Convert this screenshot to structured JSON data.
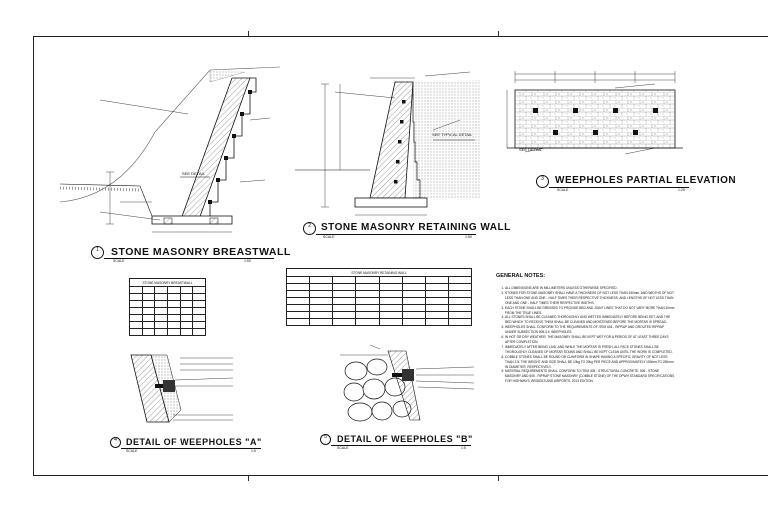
{
  "drawings": [
    {
      "number": "1",
      "title": "STONE MASONRY BREASTWALL",
      "scale_label": "SCALE",
      "scale": "1:50"
    },
    {
      "number": "2",
      "title": "STONE MASONRY RETAINING WALL",
      "scale_label": "SCALE",
      "scale": "1:50"
    },
    {
      "number": "3",
      "title": "WEEPHOLES PARTIAL ELEVATION",
      "scale_label": "SCALE",
      "scale": "1:25"
    },
    {
      "number": "4",
      "title": "DETAIL OF WEEPHOLES \"A\"",
      "scale_label": "SCALE",
      "scale": "1:5"
    },
    {
      "number": "5",
      "title": "DETAIL OF WEEPHOLES \"B\"",
      "scale_label": "SCALE",
      "scale": "1:5"
    }
  ],
  "callouts": {
    "breastwall_detail": "SEE DETAIL",
    "retaining_detail": "SEE TYPICAL DETAIL",
    "elevation_detail": "SEE DETAIL"
  },
  "tables": {
    "breastwall_title": "STONE MASONRY BREASTWALL",
    "retaining_title": "STONE MASONRY RETAINING WALL"
  },
  "notes": {
    "title": "GENERAL NOTES:",
    "items": [
      "ALL DIMENSIONS ARE IN MILLIMETERS UNLESS OTHERWISE SPECIFIED.",
      "STONES FOR STONE MASONRY SHALL HAVE A THICKNESS OF NOT LESS THAN 150mm, AND WIDTHS OF NOT LESS THAN ONE AND ONE - HALF TIMES THEIR RESPECTIVE THICKNESS, AND LENGTHS OF NOT LESS THAN ONE AND ONE - HALF TIMES THEIR RESPECTIVE WIDTHS.",
      "EACH STONE SHALL BE DRESSED TO PROVIDE BED AND JOINT LINES THAT DO NOT VARY MORE THAN 20mm FROM THE TRUE LINES.",
      "ALL STONES SHALL BE CLEANED THOROUGHLY AND WETTED IMMEDIATELY BEFORE BEING SET, AND THE BED WHICH TO RECEIVE THEM SHALL BE CLEANED AND MOISTENED BEFORE THE MORTAR IS SPREAD.",
      "WEEPHOLES SHALL CONFORM TO THE REQUIREMENTS OF ITEM 604 - RIPRAP AND GROUTED RIPRAP UNDER SUBSECTION 505.3.4: WEEPHOLES.",
      "IN HOT OR DRY WEATHER, THE MASONRY SHALL BE KEPT WET FOR A PERIOD OF AT LEAST THREE DAYS AFTER COMPLETION.",
      "IMMEDIATELY AFTER BEING LAID, AND WHILE THE MORTAR IS FRESH, ALL FACE STONES SHALL BE THOROUGHLY CLEANED OF MORTAR STAINS AND SHALL BE KEPT CLEAN UNTIL THE WORK IS COMPLETED.",
      "COBBLE STONES SHALL BE ROUND OR CUNIFORM IN SHAPE HAVING A SPECIFIC GRAVITY OF NOT LESS THAN 2.5. THE WEIGHT AND SIZE SHALL BE 10kg TO 30kg PER PIECE AND APPROXIMATELY 150mm TO 250mm IN DIAMETER, RESPECTIVELY.",
      "MATERIAL REQUIREMENTS SHALL CONFORM TO ITEM 405 - STRUCTURAL CONCRETE, 506 - STONE MASONRY AND 505 - RIPRAP STONE MASONRY (COBBLE STONE) OF THE DPWH STANDARD SPECIFICATIONS FOR HIGHWAYS, BRIDGES AND AIRPORTS, 2013 EDITION."
    ]
  }
}
